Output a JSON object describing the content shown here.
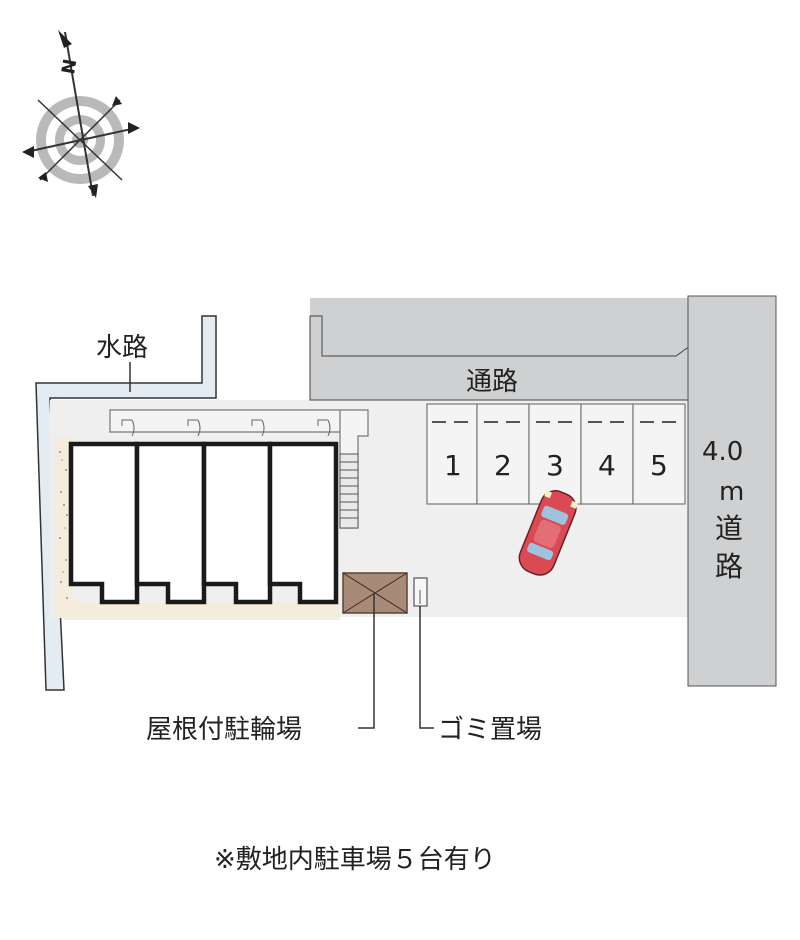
{
  "compass": {
    "north_letter": "N"
  },
  "labels": {
    "waterway": "水路",
    "passage": "通路",
    "road_width": "4.0",
    "road_unit": "m",
    "road_char1": "道",
    "road_char2": "路",
    "bicycle_parking": "屋根付駐輪場",
    "garbage_area": "ゴミ置場",
    "footnote": "※敷地内駐車場５台有り"
  },
  "parking": {
    "spaces": [
      "1",
      "2",
      "3",
      "4",
      "5"
    ]
  },
  "colors": {
    "road": "#cfd0d1",
    "site": "#efefef",
    "waterway": "#e4ecf3",
    "building_outline": "#1a1a1a",
    "bicycle_parking": "#a88a76",
    "sidewalk": "#f5ecdc",
    "car": "#d94a55"
  }
}
